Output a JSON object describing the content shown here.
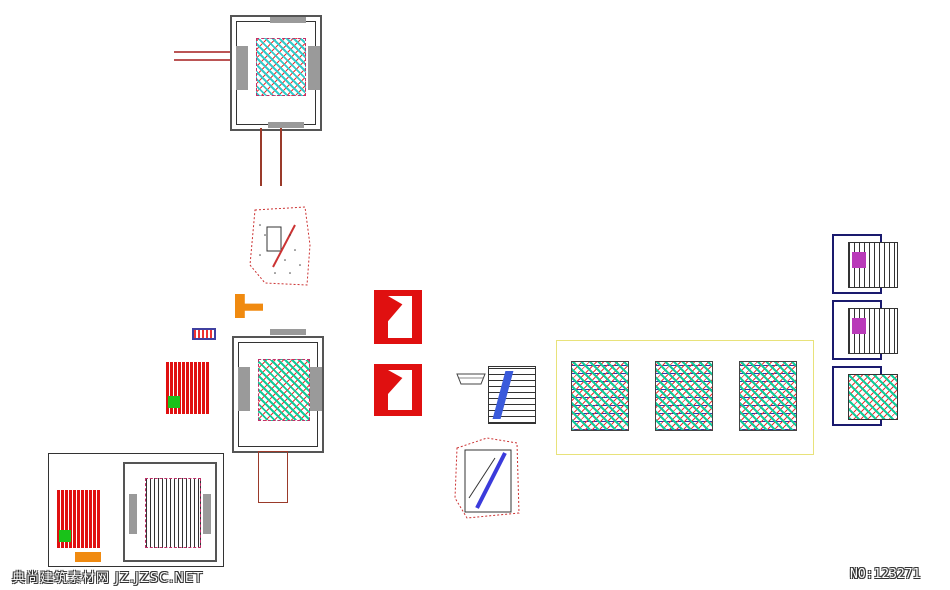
{
  "canvas": {
    "background_color": "#ffffff",
    "palette": {
      "red_fill": "#e01010",
      "plan_gray": "#9a9a9a",
      "frame_navy": "#1a1a6e",
      "frame_yellow": "#e8e27a",
      "orange": "#f08a10",
      "green": "#19c219",
      "line_brown": "#8b2a1a"
    }
  },
  "drawings": [
    {
      "name": "top-floor-plan",
      "icon": "floor-plan-icon"
    },
    {
      "name": "site-outline-plan",
      "icon": "site-plan-icon"
    },
    {
      "name": "middle-floor-plan",
      "icon": "floor-plan-icon"
    },
    {
      "name": "red-section-left",
      "icon": "section-icon"
    },
    {
      "name": "red-elevation-upper",
      "icon": "elevation-icon"
    },
    {
      "name": "red-elevation-lower",
      "icon": "elevation-icon"
    },
    {
      "name": "small-site-plan",
      "icon": "site-plan-icon"
    },
    {
      "name": "parking-layout",
      "icon": "parking-icon"
    },
    {
      "name": "colored-plan-sheet",
      "icon": "plan-sheet-icon"
    },
    {
      "name": "right-sheet-stack",
      "icon": "sheet-stack-icon"
    },
    {
      "name": "bottom-left-composite",
      "icon": "composite-sheet-icon"
    }
  ],
  "watermark": {
    "left_text": "典尚建筑素材网 JZ.JZSC.NET",
    "right_text": "NO:123271"
  }
}
